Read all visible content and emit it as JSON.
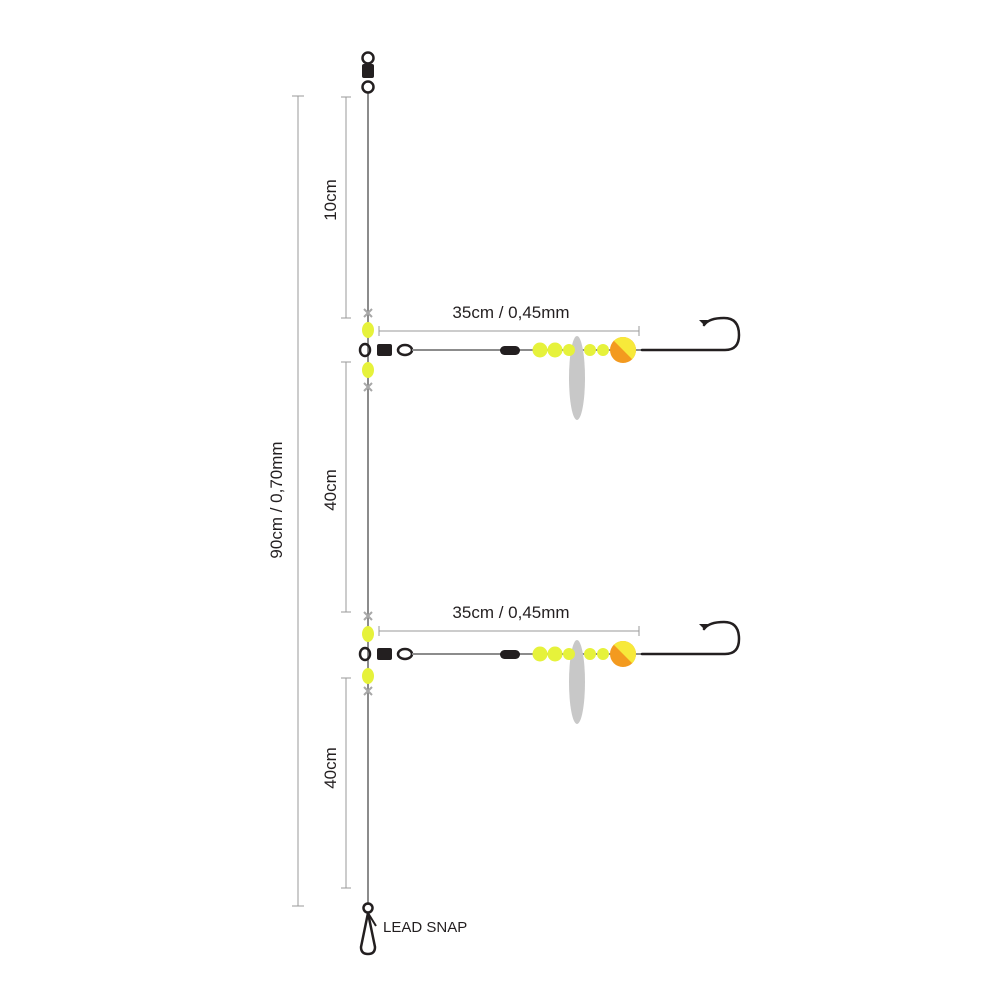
{
  "labels": {
    "total": "90cm / 0,70mm",
    "segment_top": "10cm",
    "segment_middle": "40cm",
    "segment_bottom": "40cm",
    "dropper_1": "35cm / 0,45mm",
    "dropper_2": "35cm / 0,45mm",
    "lead_snap": "LEAD SNAP"
  },
  "colors": {
    "line": "#8c8c8c",
    "dimension": "#9a9a9a",
    "bead_yellow": "#e6f23b",
    "bead_orange": "#f39a1f",
    "bead_top_half": "#f7e93a",
    "blade": "#c8c8c8",
    "hardware": "#231f20",
    "stop_mark": "#a8a8a8"
  }
}
